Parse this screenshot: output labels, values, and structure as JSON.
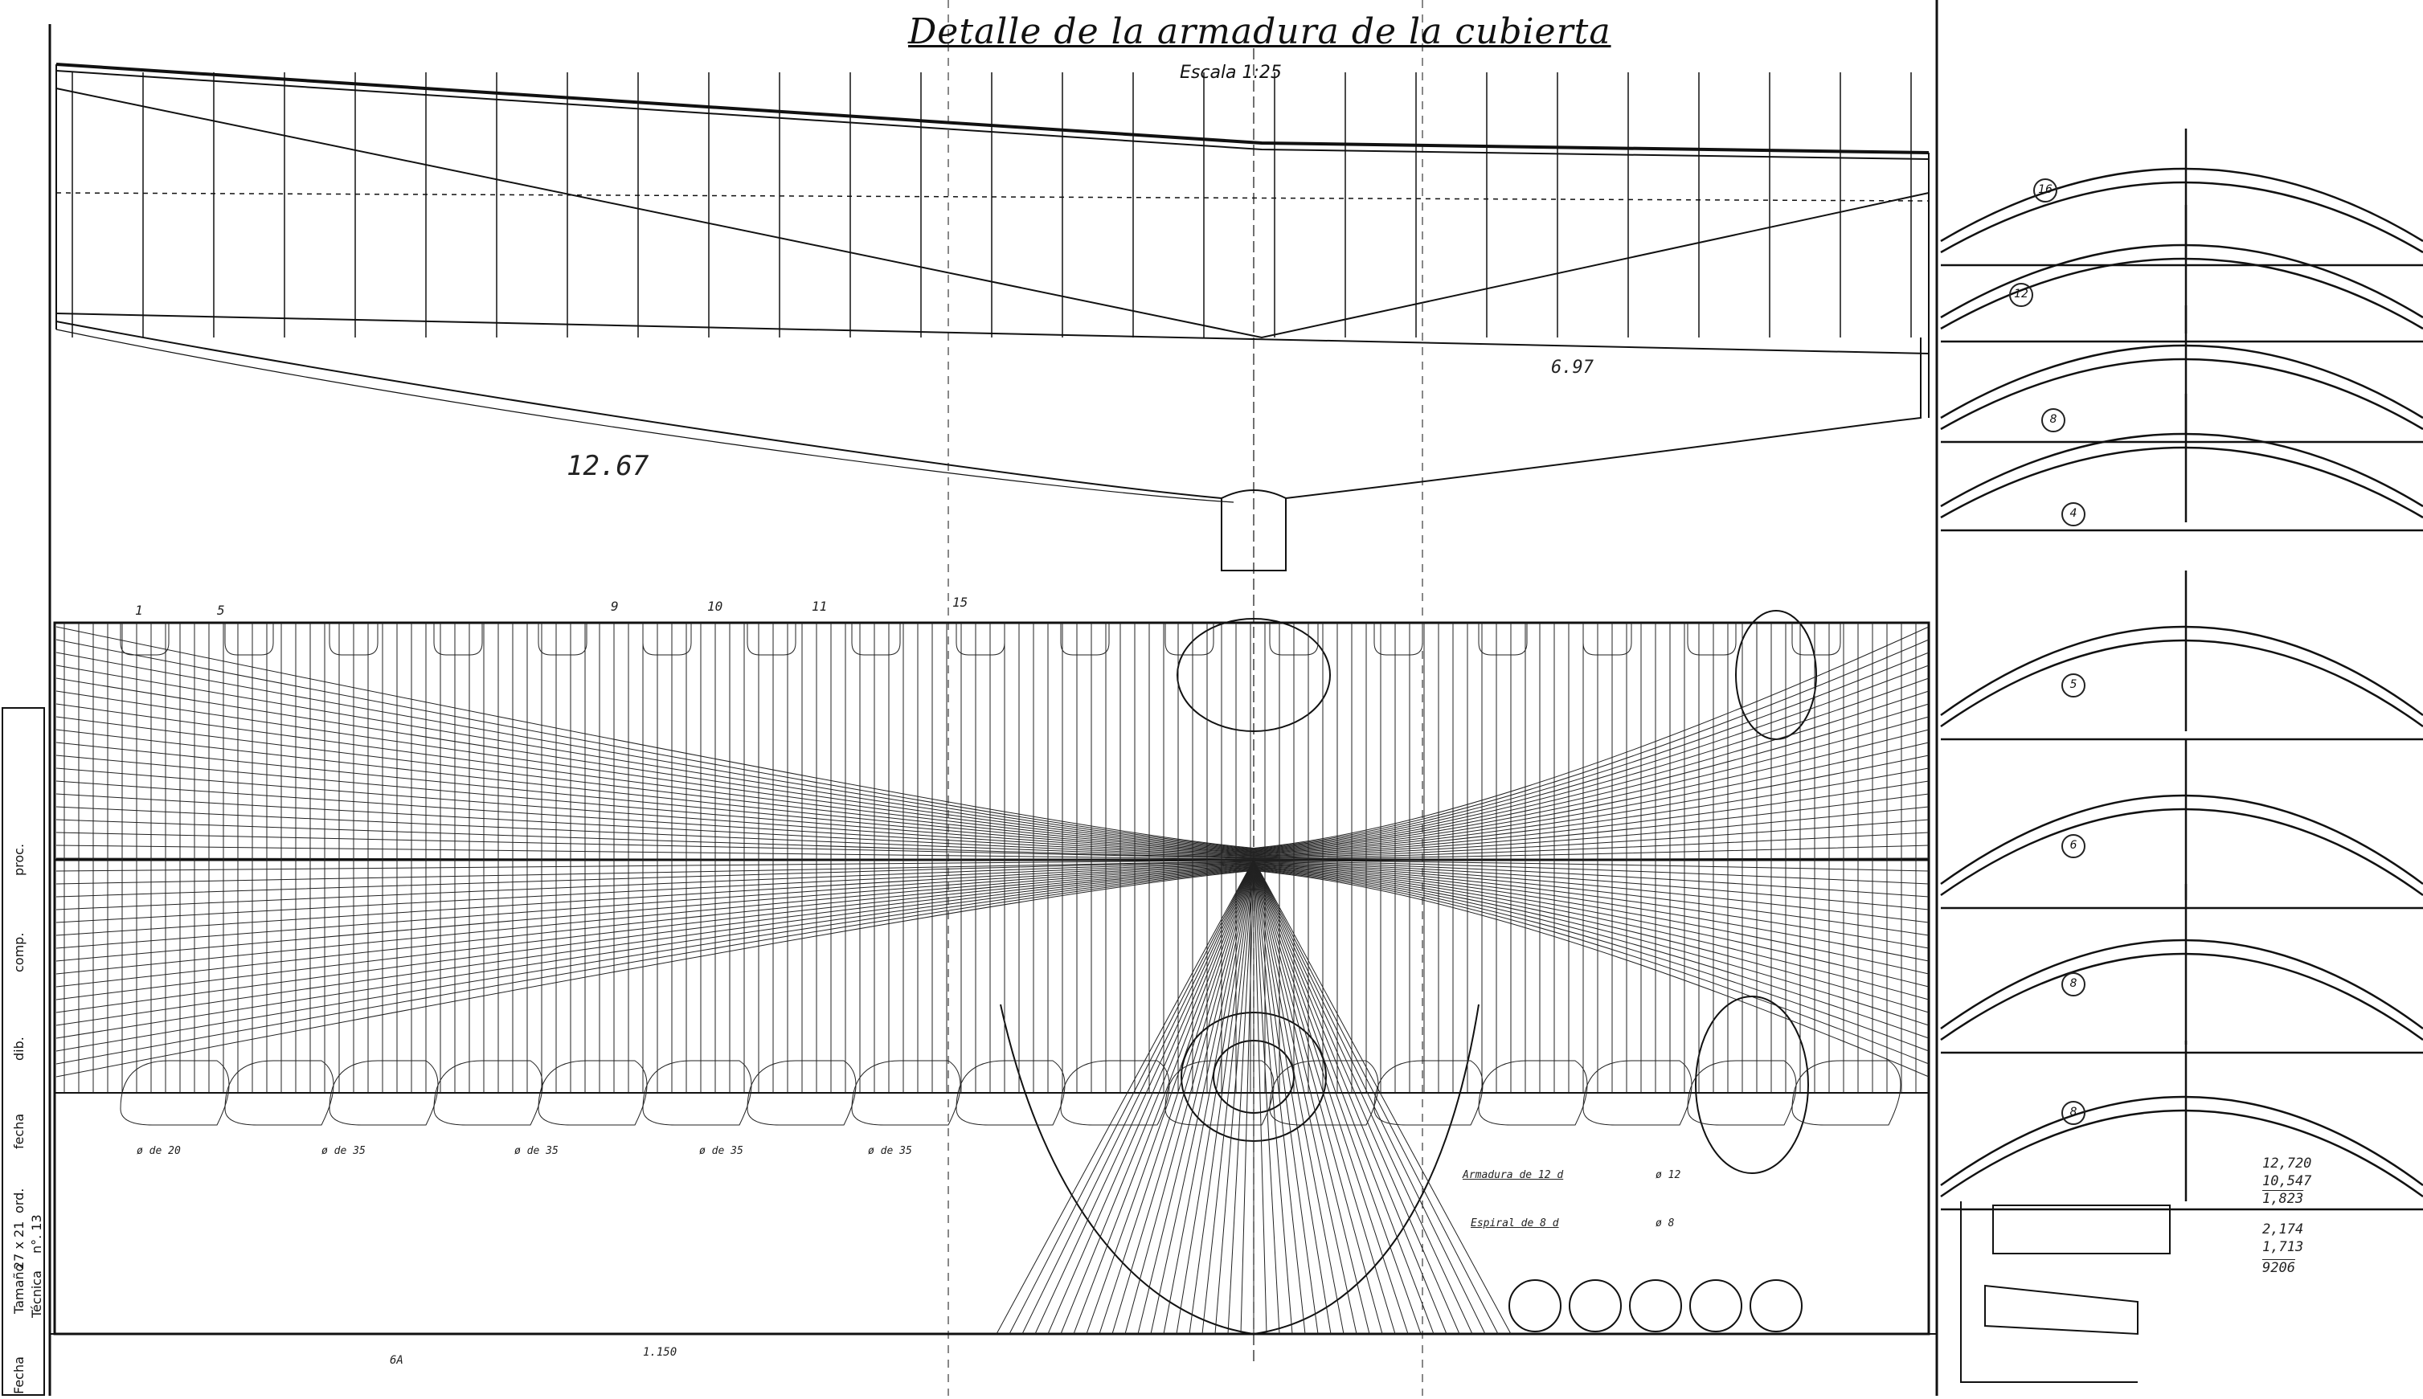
{
  "drawing": {
    "title": "Detalle de la armadura de la cubierta",
    "scale": "Escala 1:25",
    "annotations": {
      "big_number": "12.67",
      "upper_dim": "6.97",
      "arch_numbers": [
        "16",
        "12",
        "8",
        "4",
        "5",
        "6",
        "8",
        "8"
      ],
      "right_notes": [
        "12,720",
        "10,547",
        "1,823",
        "2,174",
        "1,713",
        "9206"
      ],
      "bottom_dims": [
        "1.150",
        "6A"
      ],
      "bottom_notes": [
        "Armadura de 12 d",
        "Espiral de 8 d",
        "ø 12",
        "ø 8"
      ],
      "bottom_labels": [
        "ø de 20",
        "ø de 35",
        "ø de 35",
        "ø de 35",
        "ø de 35"
      ],
      "sheet_numbers": [
        "1",
        "5",
        "9",
        "10",
        "11",
        "15"
      ]
    }
  },
  "title_block": {
    "labels": [
      "proc.",
      "comp.",
      "dib.",
      "fecha",
      "ord.",
      "Tamaño",
      "Técnica",
      "Fecha"
    ],
    "values": [
      "27 x 21",
      "n°. 13"
    ]
  }
}
